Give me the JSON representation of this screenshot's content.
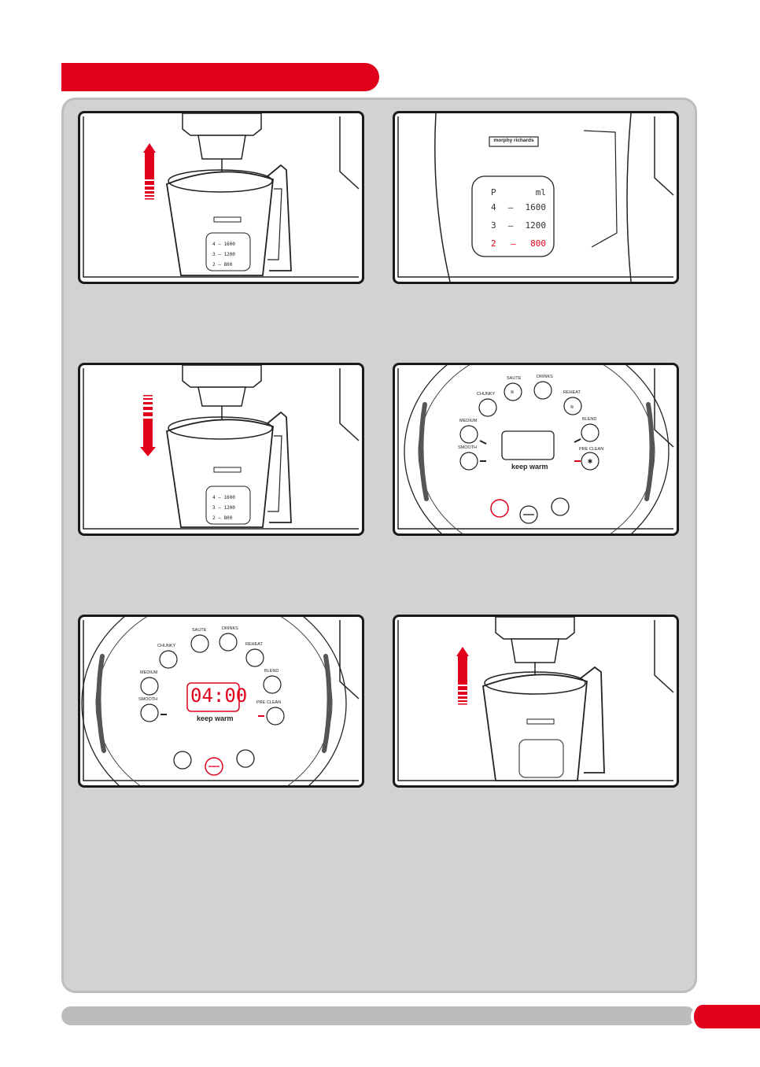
{
  "colors": {
    "accent": "#e0001b",
    "panel": "#d2d2d2",
    "footer": "#bcbcbc"
  },
  "brand": "morphy richards",
  "scale": {
    "header_p": "P",
    "header_ml": "ml",
    "rows": [
      {
        "p": "4",
        "ml": "1600"
      },
      {
        "p": "3",
        "ml": "1200"
      },
      {
        "p": "2",
        "ml": "800"
      }
    ]
  },
  "panel": {
    "programs": [
      "SMOOTH",
      "MEDIUM",
      "CHUNKY",
      "SAUTE",
      "DRINKS",
      "REHEAT",
      "BLEND",
      "PRE CLEAN"
    ],
    "keep_warm": "keep warm",
    "timer": "04:00"
  },
  "icons": [
    "arrow-up-icon",
    "arrow-down-icon",
    "program-icons",
    "start-button",
    "stop-button",
    "keep-warm-button"
  ]
}
